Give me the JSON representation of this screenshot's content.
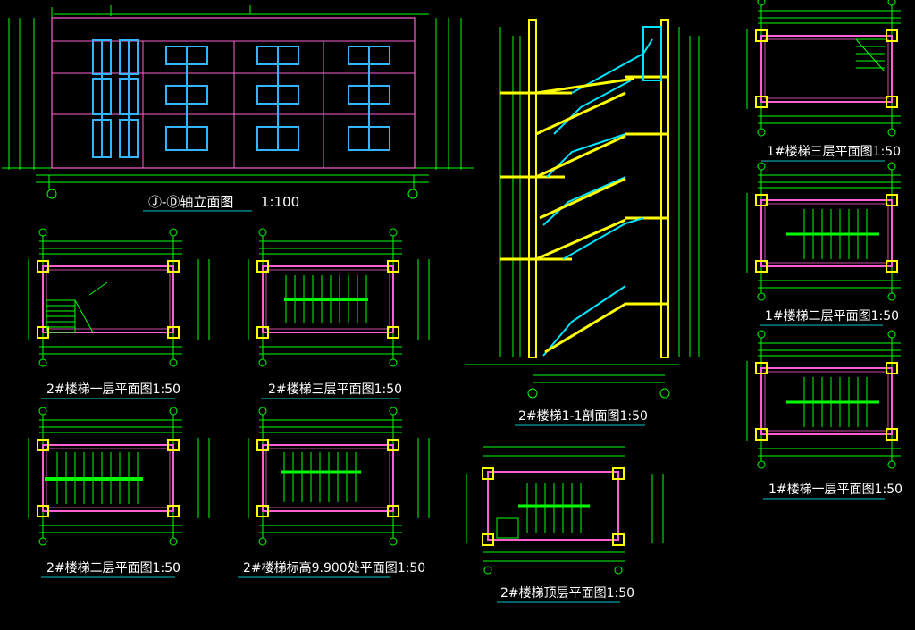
{
  "drawing": {
    "colors": {
      "background": "#000000",
      "dimension": "#00ff00",
      "wall": "#ff5fd2",
      "column": "#ffff00",
      "stair_section": "#00e5ff",
      "window": "#35b5ff",
      "underline": "#00c8c8",
      "text": "#ffffff"
    },
    "titles": {
      "elevation": "Ⓙ-Ⓓ轴立面图",
      "elevation_scale": "1:100",
      "p2_floor1": "2#楼梯一层平面图1:50",
      "p2_floor3": "2#楼梯三层平面图1:50",
      "p2_floor2": "2#楼梯二层平面图1:50",
      "p2_level": "2#楼梯标高9.900处平面图1:50",
      "p2_section": "2#楼梯1-1剖面图1:50",
      "p2_top": "2#楼梯顶层平面图1:50",
      "p1_floor1": "1#楼梯一层平面图1:50",
      "p1_floor2": "1#楼梯二层平面图1:50",
      "p1_floor3": "1#楼梯三层平面图1:50"
    }
  }
}
